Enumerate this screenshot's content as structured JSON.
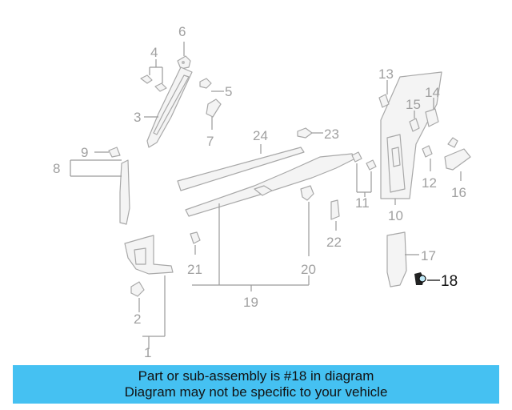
{
  "diagram": {
    "callouts": {
      "c1": "1",
      "c2": "2",
      "c3": "3",
      "c4": "4",
      "c5": "5",
      "c6": "6",
      "c7": "7",
      "c8": "8",
      "c9": "9",
      "c10": "10",
      "c11": "11",
      "c12": "12",
      "c13": "13",
      "c14": "14",
      "c15": "15",
      "c16": "16",
      "c17": "17",
      "c18": "18",
      "c19": "19",
      "c20": "20",
      "c21": "21",
      "c22": "22",
      "c23": "23",
      "c24": "24"
    },
    "highlighted_part": "18",
    "colors": {
      "highlight_accent": "#45c1f2",
      "line_gray": "#a0a0a0"
    }
  },
  "banner": {
    "line1": "Part or sub-assembly is #18 in diagram",
    "line2": "Diagram may not be specific to your vehicle"
  }
}
